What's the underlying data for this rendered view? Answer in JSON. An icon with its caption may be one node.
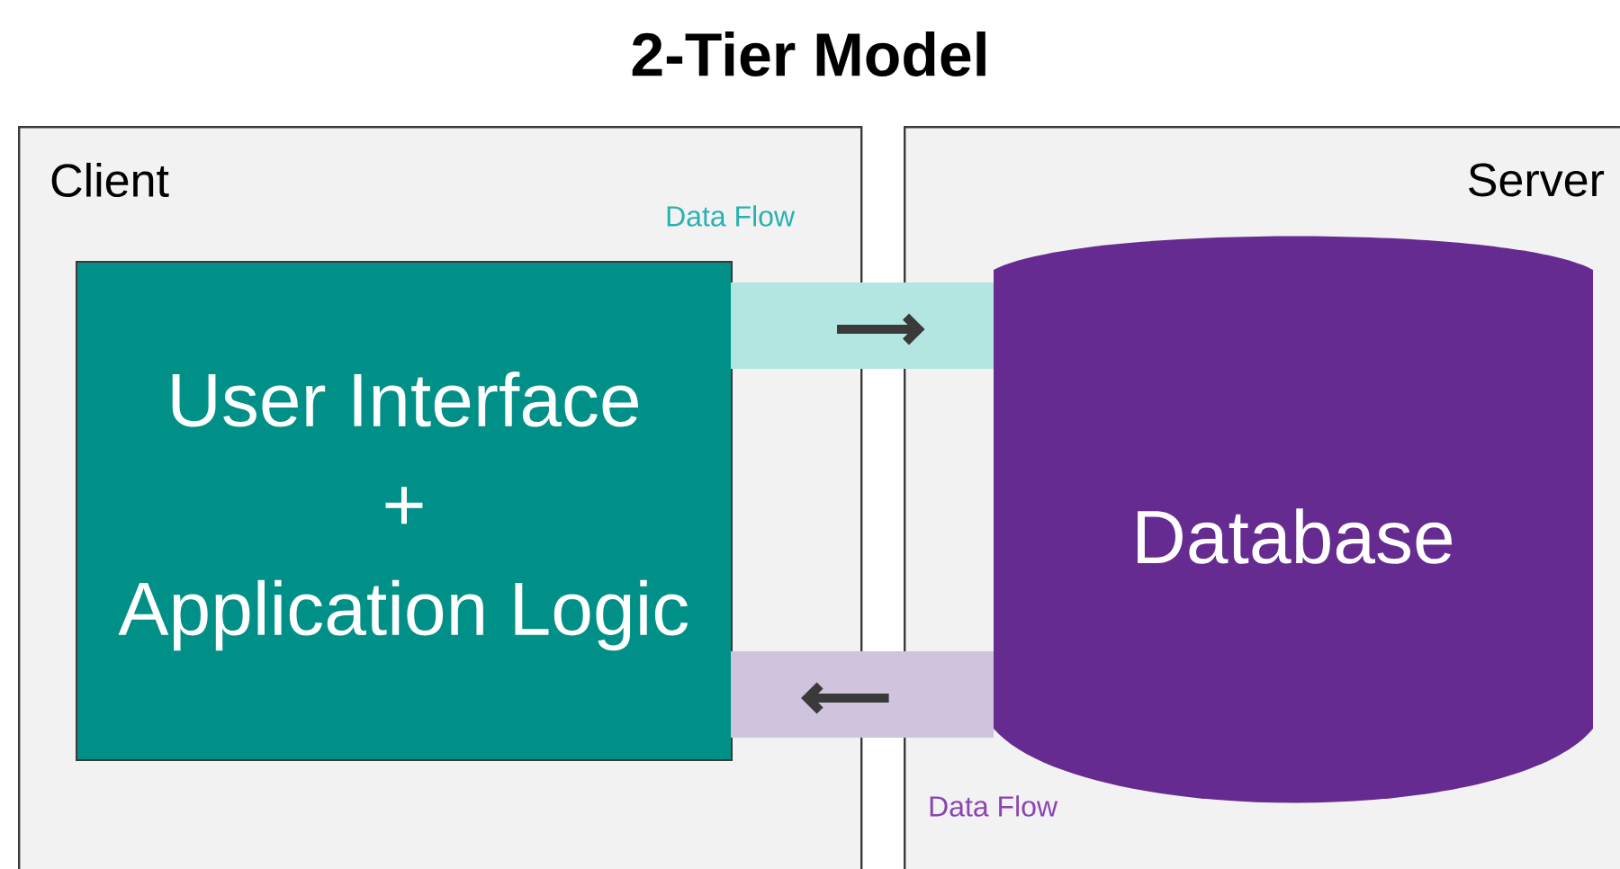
{
  "diagram": {
    "title": "2-Tier Model",
    "nodes": [
      {
        "text": [
          "Client"
        ]
      },
      {
        "text": [
          "Server"
        ]
      },
      {
        "text": [
          "User Interface",
          "+",
          "Application Logic"
        ],
        "in": 0
      },
      {
        "text": [
          "Database"
        ],
        "in": 1
      }
    ],
    "edges": [
      {
        "from": 2,
        "to": 3,
        "arrow": "to",
        "label": "Data Flow"
      },
      {
        "from": 3,
        "to": 2,
        "arrow": "to",
        "label": "Data Flow"
      }
    ]
  }
}
